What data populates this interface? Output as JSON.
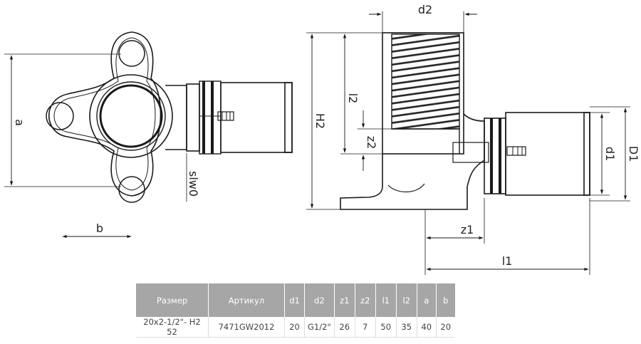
{
  "dimension_labels": {
    "a": "a",
    "b": "b",
    "slw0": "slw0",
    "d2": "d2",
    "l2": "l2",
    "H2": "H2",
    "z2": "z2",
    "d1": "d1",
    "D1": "D1",
    "z1": "z1",
    "l1": "l1"
  },
  "table": {
    "headers": [
      "Размер",
      "Артикул",
      "d1",
      "d2",
      "z1",
      "z2",
      "l1",
      "l2",
      "a",
      "b"
    ],
    "rows": [
      [
        "20x2-1/2\"- H2 52",
        "7471GW2012",
        "20",
        "G1/2\"",
        "26",
        "7",
        "50",
        "35",
        "40",
        "20"
      ]
    ]
  }
}
